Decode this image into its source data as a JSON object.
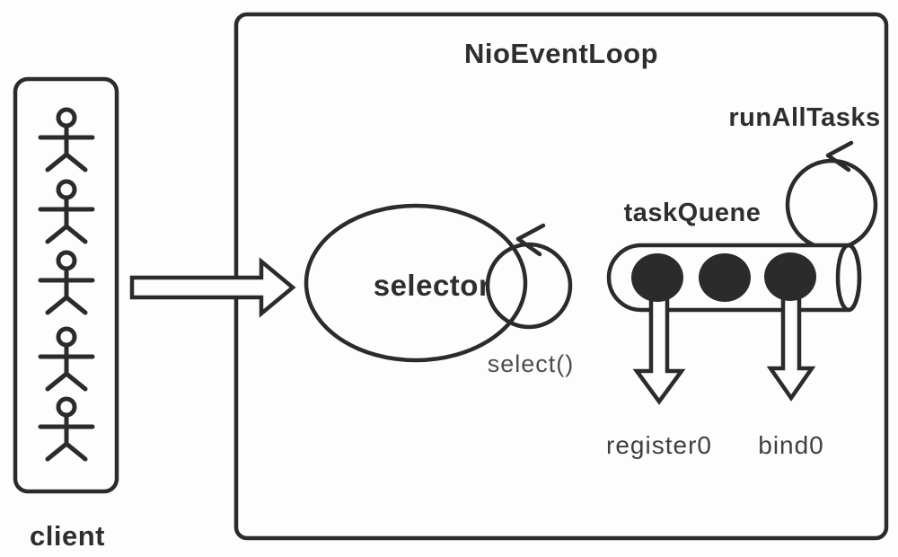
{
  "diagram": {
    "title": "NioEventLoop",
    "client": {
      "label": "client",
      "figure_count": 5
    },
    "selector": {
      "label": "selector",
      "loop_call": "select()"
    },
    "task_queue": {
      "label": "taskQuene",
      "dot_count": 3
    },
    "run_loop": {
      "label": "runAllTasks"
    },
    "task_arrows": [
      {
        "label": "register0"
      },
      {
        "label": "bind0"
      }
    ],
    "colors": {
      "stroke": "#2b2b2b",
      "dot_fill": "#2b2b2b",
      "shape_fill": "#fdfdfd",
      "muted_text": "#4c4c4c",
      "background": "#fdfdfd"
    }
  }
}
